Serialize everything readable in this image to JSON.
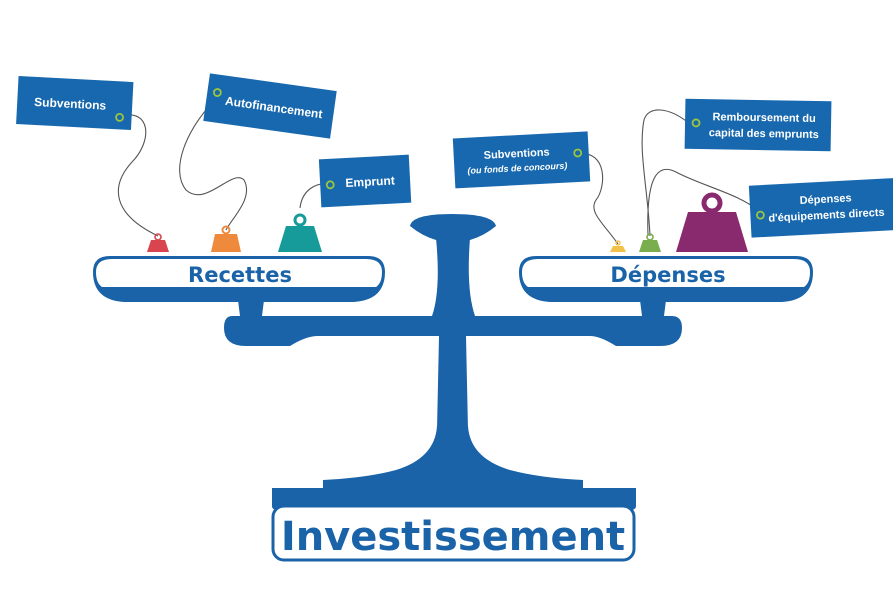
{
  "colors": {
    "scale_blue": "#1a63a8",
    "tag_blue": "#1768ae",
    "weight_red": "#d9454f",
    "weight_orange": "#ef8a3c",
    "weight_teal": "#179a9a",
    "weight_yellow": "#f2c14a",
    "weight_green": "#79ad4e",
    "weight_purple": "#8a2a6e",
    "ring_green": "#9bc53d",
    "string": "#555555"
  },
  "left_pan": {
    "label": "Recettes",
    "tags": [
      {
        "label": "Subventions"
      },
      {
        "label": "Autofinancement"
      },
      {
        "label": "Emprunt"
      }
    ]
  },
  "right_pan": {
    "label": "Dépenses",
    "tags": [
      {
        "label": "Subventions",
        "sublabel": "(ou fonds de concours)"
      },
      {
        "label": "Remboursement du",
        "label2": "capital des emprunts"
      },
      {
        "label": "Dépenses",
        "label2": "d'équipements directs"
      }
    ]
  },
  "base": {
    "label": "Investissement"
  }
}
